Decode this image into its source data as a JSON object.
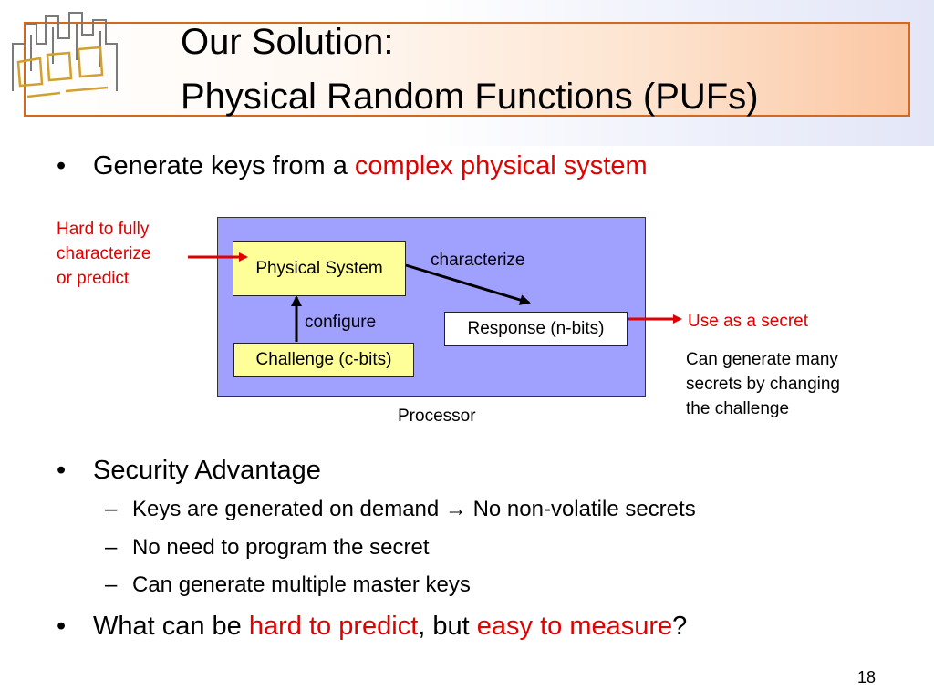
{
  "title": {
    "line1": "Our Solution:",
    "line2": "Physical Random Functions (PUFs)"
  },
  "bullet1": {
    "text": "Generate keys from a ",
    "highlight": "complex physical system"
  },
  "diagram": {
    "hard_note": [
      "Hard to fully",
      "characterize",
      "or predict"
    ],
    "physical_system": "Physical System",
    "characterize": "characterize",
    "configure": "configure",
    "response": "Response (n-bits)",
    "challenge": "Challenge (c-bits)",
    "processor": "Processor",
    "use_secret": "Use as a secret",
    "many_secrets": [
      "Can generate many",
      "secrets by changing",
      "the challenge"
    ]
  },
  "bullet2": {
    "text": "Security Advantage",
    "subs": [
      {
        "before": "Keys are generated on demand ",
        "arrow": "→",
        "after": " No non-volatile secrets"
      },
      {
        "text": "No need to program the secret"
      },
      {
        "text": "Can generate multiple master keys"
      }
    ]
  },
  "bullet3": {
    "part1": "What can be ",
    "red1": "hard to predict",
    "part2": ", but ",
    "red2": "easy to measure",
    "part3": "?"
  },
  "bullet_symbol": "•",
  "dash_symbol": "–",
  "page_number": "18",
  "colors": {
    "accent_red": "#e00000",
    "title_border": "#d2691e",
    "processor_fill": "#a0a0ff",
    "box_yellow": "#ffff99"
  }
}
